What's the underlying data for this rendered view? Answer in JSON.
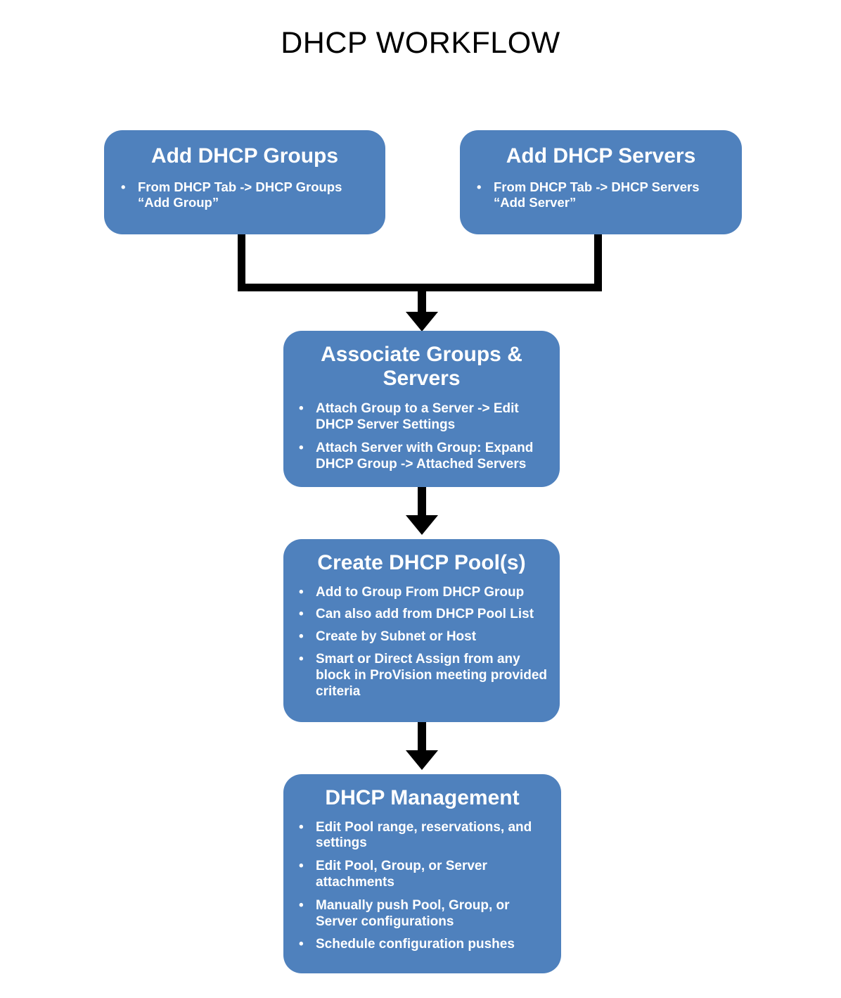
{
  "title": "DHCP WORKFLOW",
  "theme": {
    "box_fill": "#4f81bd",
    "box_text": "#ffffff",
    "connector": "#000000",
    "background": "#ffffff",
    "title_color": "#000000"
  },
  "bullet_glyph": "•",
  "boxes": [
    {
      "id": "add-dhcp-groups",
      "title": "Add DHCP Groups",
      "bullets": [
        "From  DHCP Tab -> DHCP Groups “Add Group”"
      ]
    },
    {
      "id": "add-dhcp-servers",
      "title": "Add DHCP Servers",
      "bullets": [
        "From  DHCP Tab -> DHCP Servers “Add Server”"
      ]
    },
    {
      "id": "associate-groups-servers",
      "title": "Associate Groups & Servers",
      "bullets": [
        "Attach Group to a Server -> Edit DHCP Server Settings",
        "Attach Server with Group: Expand DHCP Group -> Attached Servers"
      ]
    },
    {
      "id": "create-dhcp-pools",
      "title": "Create DHCP Pool(s)",
      "bullets": [
        "Add to Group From DHCP Group",
        "Can also add from DHCP Pool List",
        "Create by Subnet or Host",
        "Smart or Direct Assign from any block in ProVision meeting provided criteria"
      ]
    },
    {
      "id": "dhcp-management",
      "title": "DHCP Management",
      "bullets": [
        "Edit Pool range, reservations, and settings",
        "Edit Pool, Group, or Server attachments",
        "Manually push Pool, Group, or Server configurations",
        "Schedule configuration pushes"
      ]
    }
  ],
  "connectors": [
    {
      "id": "merge-groups-servers-to-associate",
      "from": [
        "add-dhcp-groups",
        "add-dhcp-servers"
      ],
      "to": "associate-groups-servers",
      "style": "merge-down-arrow"
    },
    {
      "id": "associate-to-create-pools",
      "from": [
        "associate-groups-servers"
      ],
      "to": "create-dhcp-pools",
      "style": "down-arrow"
    },
    {
      "id": "create-pools-to-management",
      "from": [
        "create-dhcp-pools"
      ],
      "to": "dhcp-management",
      "style": "down-arrow"
    }
  ]
}
